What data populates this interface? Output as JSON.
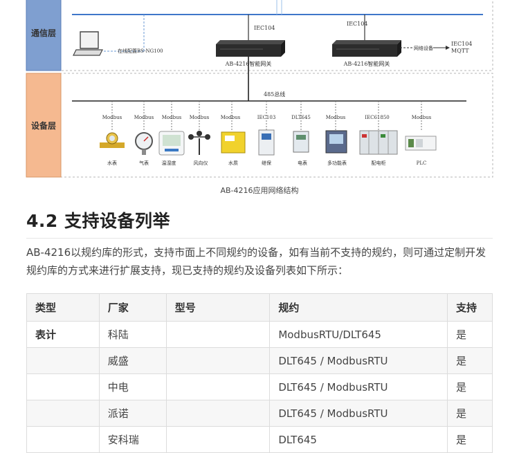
{
  "diagram": {
    "layers": {
      "comm": "通信层",
      "device": "设备层"
    },
    "laptop_label": "在线配置BS-NG100",
    "gateway_left": {
      "protocol": "IEC104",
      "label": "AB-4216智能网关"
    },
    "gateway_right": {
      "protocol": "IEC104",
      "label": "AB-4216智能网关"
    },
    "uplink_label": "网络设备",
    "uplink_protocols": [
      "IEC104",
      "MQTT"
    ],
    "bus_label": "485总线",
    "devices": [
      {
        "protocol": "Modbus",
        "name": "水表",
        "icon": "water-meter-icon"
      },
      {
        "protocol": "Modbus",
        "name": "气表",
        "icon": "gas-meter-icon"
      },
      {
        "protocol": "Modbus",
        "name": "温湿度",
        "icon": "thermo-hygrometer-icon"
      },
      {
        "protocol": "Modbus",
        "name": "风向仪",
        "icon": "anemometer-icon"
      },
      {
        "protocol": "Modbus",
        "name": "水质",
        "icon": "water-quality-icon"
      },
      {
        "protocol": "IEC103",
        "name": "继保",
        "icon": "relay-protection-icon"
      },
      {
        "protocol": "DLT645",
        "name": "电表",
        "icon": "power-meter-icon"
      },
      {
        "protocol": "Modbus",
        "name": "多功能表",
        "icon": "multifunction-meter-icon"
      },
      {
        "protocol": "IEC61850",
        "name": "配电柜",
        "icon": "switchgear-icon"
      },
      {
        "protocol": "Modbus",
        "name": "PLC",
        "icon": "plc-icon"
      }
    ],
    "caption": "AB-4216应用网络结构"
  },
  "section": {
    "title": "4.2 支持设备列举",
    "intro": "AB-4216以规约库的形式，支持市面上不同规约的设备，如有当前不支持的规约，则可通过定制开发规约库的方式来进行扩展支持，现已支持的规约及设备列表如下所示："
  },
  "table": {
    "headers": [
      "类型",
      "厂家",
      "型号",
      "规约",
      "支持"
    ],
    "rows": [
      [
        "表计",
        "科陆",
        "",
        "ModbusRTU/DLT645",
        "是"
      ],
      [
        "",
        "威盛",
        "",
        "DLT645 / ModbusRTU",
        "是"
      ],
      [
        "",
        "中电",
        "",
        "DLT645 / ModbusRTU",
        "是"
      ],
      [
        "",
        "派诺",
        "",
        "DLT645 / ModbusRTU",
        "是"
      ],
      [
        "",
        "安科瑞",
        "",
        "DLT645",
        "是"
      ]
    ]
  },
  "colors": {
    "comm_layer": "#7f9fd0",
    "device_layer": "#f5b990",
    "bus_line": "#3f76c9"
  }
}
